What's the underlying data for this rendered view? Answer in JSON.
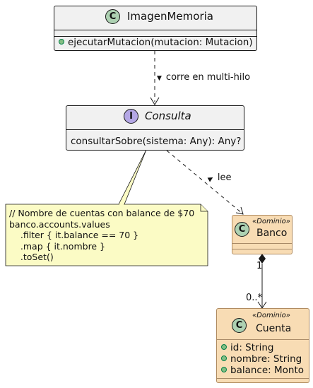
{
  "classes": {
    "imagen_memoria": {
      "badge": "C",
      "name": "ImagenMemoria",
      "methods": [
        "ejecutarMutacion(mutacion: Mutacion)"
      ]
    },
    "consulta": {
      "badge": "I",
      "name": "Consulta",
      "methods": [
        "consultarSobre(sistema: Any): Any?"
      ]
    },
    "banco": {
      "badge": "C",
      "stereotype": "«Dominio»",
      "name": "Banco"
    },
    "cuenta": {
      "badge": "C",
      "stereotype": "«Dominio»",
      "name": "Cuenta",
      "fields": [
        "id: String",
        "nombre: String",
        "balance: Monto"
      ]
    }
  },
  "relations": {
    "imagen_to_consulta": {
      "label": "corre en multi-hilo",
      "arrow_glyph": "▼"
    },
    "consulta_to_banco": {
      "label": "lee",
      "arrow_glyph": "▶"
    },
    "banco_to_cuenta": {
      "source_multiplicity": "1",
      "target_multiplicity": "0..*"
    }
  },
  "note": {
    "lines": [
      "// Nombre de cuentas con balance de $70",
      "banco.accounts.values",
      "    .filter { it.balance == 70 }",
      "    .map { it.nombre }",
      "    .toSet()"
    ]
  },
  "colors": {
    "class_fill": "#f1f1f1",
    "domain_fill": "#f8dcb4",
    "note_fill": "#fbfbc5",
    "class_badge": "#add1b2",
    "interface_badge": "#b4a7e5",
    "visibility_public": "#84be84",
    "line": "#181818"
  }
}
